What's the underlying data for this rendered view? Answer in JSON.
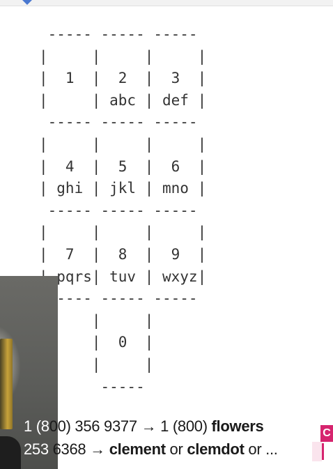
{
  "keypad": {
    "text": " ----- ----- -----\n|     |     |     |\n|  1  |  2  |  3  |\n|     | abc | def |\n ----- ----- -----\n|     |     |     |\n|  4  |  5  |  6  |\n| ghi | jkl | mno |\n ----- ----- -----\n|     |     |     |\n|  7  |  8  |  9  |\n| pqrs| tuv | wxyz|\n ----- ----- -----\n      |     |\n      |  0  |\n      |     |\n       -----"
  },
  "caption": {
    "line1": {
      "prefix": "1 (8",
      "middle": "00) 356 9377 → 1 (800) ",
      "word": "flowers"
    },
    "line2": {
      "prefix": "253",
      "middle": " 6368 → ",
      "word1": "clement",
      "or1": " or ",
      "word2": "clemdot",
      "tail": " or ..."
    }
  },
  "badge": {
    "label": "C"
  },
  "colors": {
    "accent": "#d6246e",
    "text": "#333333",
    "topMarker": "#4a78d0"
  }
}
